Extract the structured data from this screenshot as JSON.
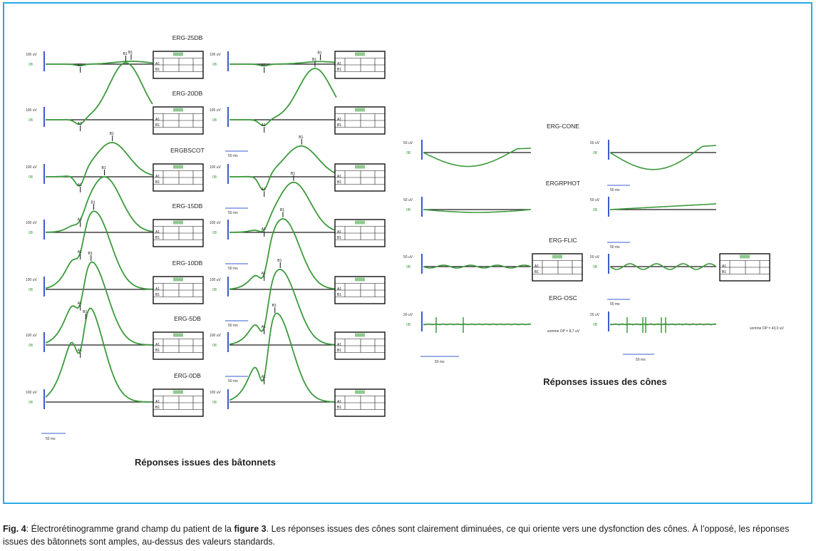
{
  "colors": {
    "frame": "#29a9e1",
    "trace": "#3c9a3c",
    "baseline": "#1a1a1a",
    "marker_axis": "#3a5bd0"
  },
  "rods": {
    "label": "Réponses issues des bâtonnets",
    "panels": [
      {
        "title": "ERG-25DB",
        "scale": "100 uV",
        "zero": "0B"
      },
      {
        "title": "ERG-20DB",
        "scale": "100 uV",
        "zero": "0B"
      },
      {
        "title": "ERGBSCOT",
        "scale": "100 uV",
        "zero": "0B"
      },
      {
        "title": "ERG-15DB",
        "scale": "100 uV",
        "zero": "0B"
      },
      {
        "title": "ERG-10DB",
        "scale": "100 uV",
        "zero": "0B"
      },
      {
        "title": "ERG-5DB",
        "scale": "100 uV",
        "zero": "0B"
      },
      {
        "title": "ERG-0DB",
        "scale": "100 uV",
        "zero": "0B"
      }
    ],
    "timebar": "50 ms"
  },
  "cones": {
    "label": "Réponses issues des cônes",
    "panels": [
      {
        "title": "ERG-CONE",
        "scale": "50 uV",
        "zero": "0B"
      },
      {
        "title": "ERGRPHOT",
        "scale": "50 uV",
        "zero": "0B"
      },
      {
        "title": "ERG-FLIC",
        "scale": "50 uV",
        "zero": "0B"
      },
      {
        "title": "ERG-OSC",
        "scale": "20 uV",
        "zero": "0B"
      }
    ],
    "osc_left": "somme OP = 8,7 uV",
    "osc_right": "somme OP = 43,0 uV",
    "timebar": "50 ms"
  },
  "markers": {
    "a": "A1",
    "b": "B1"
  },
  "caption": {
    "fig_label": "Fig. 4",
    "text_before": ": Électrorétinogramme grand champ du patient de la ",
    "fig_ref": "figure 3",
    "text_after": ". Les réponses issues des cônes sont clairement diminuées, ce qui oriente vers une dysfonction des cônes. À l’opposé, les réponses issues des bâtonnets sont amples, au-dessus des valeurs standards."
  }
}
